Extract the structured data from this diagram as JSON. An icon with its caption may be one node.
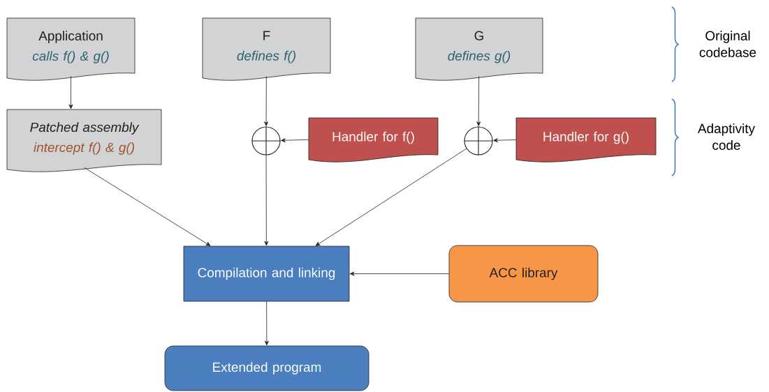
{
  "diagram": {
    "nodes": [
      {
        "text": [
          "Application",
          "calls f() & g()"
        ]
      },
      {
        "text": [
          "F",
          "defines f()"
        ]
      },
      {
        "text": [
          "G",
          "defines g()"
        ]
      },
      {
        "text": [
          "Patched assembly",
          "intercept f() & g()"
        ]
      },
      {
        "text": [],
        "shape": "circle"
      },
      {
        "text": [
          "Handler for f()"
        ]
      },
      {
        "text": [],
        "shape": "circle"
      },
      {
        "text": [
          "Handler for g()"
        ]
      },
      {
        "text": [
          "Compilation and linking"
        ]
      },
      {
        "text": [
          "ACC library"
        ]
      },
      {
        "text": [
          "Extended program"
        ]
      }
    ],
    "edges": [
      {
        "from": 0,
        "to": 3,
        "arrow": "to"
      },
      {
        "from": 1,
        "to": 4,
        "arrow": "to"
      },
      {
        "from": 5,
        "to": 4,
        "arrow": "to"
      },
      {
        "from": 2,
        "to": 6,
        "arrow": "to"
      },
      {
        "from": 7,
        "to": 6,
        "arrow": "to"
      },
      {
        "from": 3,
        "to": 8,
        "arrow": "to"
      },
      {
        "from": 4,
        "to": 8,
        "arrow": "to"
      },
      {
        "from": 6,
        "to": 8,
        "arrow": "to"
      },
      {
        "from": 9,
        "to": 8,
        "arrow": "to"
      },
      {
        "from": 8,
        "to": 10,
        "arrow": "to"
      }
    ],
    "labels": [
      "Original codebase",
      "Adaptivity code"
    ]
  }
}
